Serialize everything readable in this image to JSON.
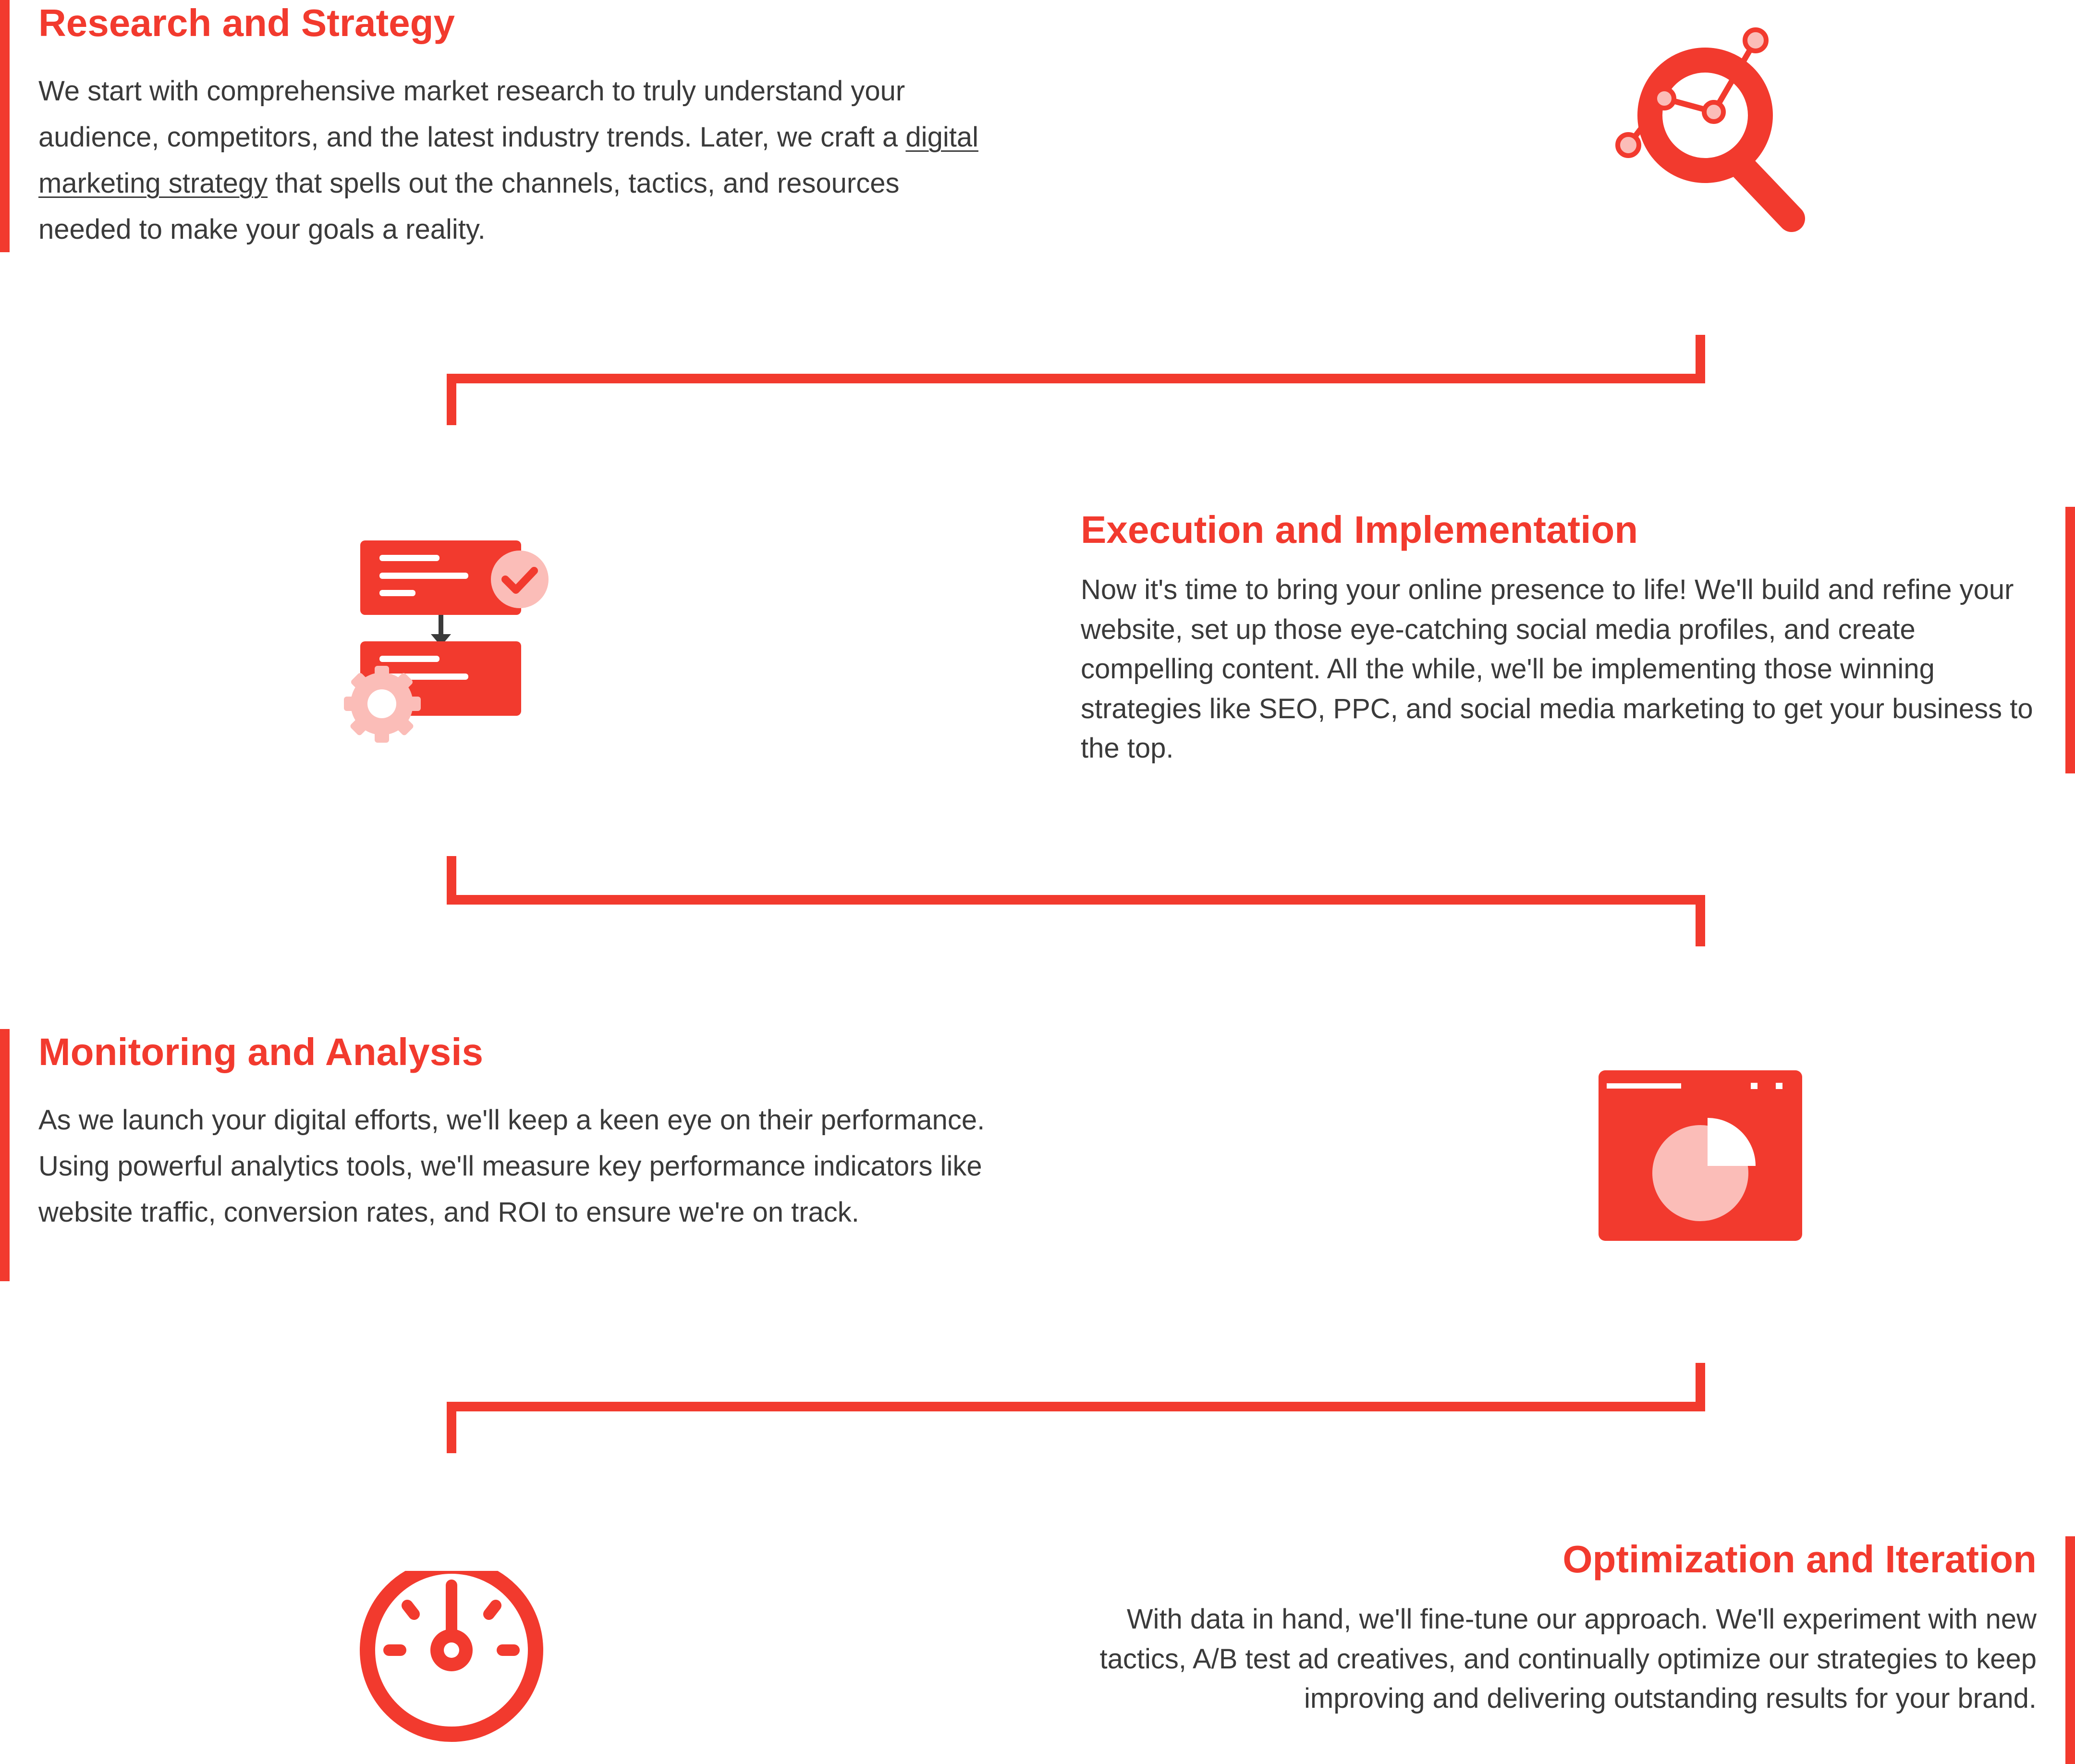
{
  "steps": [
    {
      "title": "Research and Strategy",
      "body_before": "We start with comprehensive market research to truly understand your audience, competitors, and the latest industry trends. Later, we craft a ",
      "link_text": "digital marketing strategy",
      "body_after": " that spells out the channels, tactics, and resources needed to make your goals a reality.",
      "icon": "magnifier-analytics-icon"
    },
    {
      "title": "Execution and Implementation",
      "body": "Now it's time to bring your online presence to life! We'll build and refine your website, set up those eye-catching social media profiles, and create compelling content. All the while, we'll be implementing those winning strategies like SEO, PPC, and social media marketing to get your business to the top.",
      "icon": "workflow-gear-icon"
    },
    {
      "title": "Monitoring and Analysis",
      "body": "As we launch your digital efforts, we'll keep a keen eye on their performance. Using powerful analytics tools, we'll measure key performance indicators like website traffic, conversion rates, and ROI to ensure we're on track.",
      "icon": "browser-pie-chart-icon"
    },
    {
      "title": "Optimization and Iteration",
      "body": "With data in hand, we'll fine-tune our approach. We'll experiment with new tactics, A/B test ad creatives, and continually optimize our strategies to keep improving and delivering outstanding results for your brand.",
      "icon": "speedometer-icon"
    }
  ],
  "colors": {
    "accent": "#f23a2e",
    "accent_light": "#fbbdb8",
    "text": "#3a3a3a",
    "arrow": "#3a3a3a"
  }
}
